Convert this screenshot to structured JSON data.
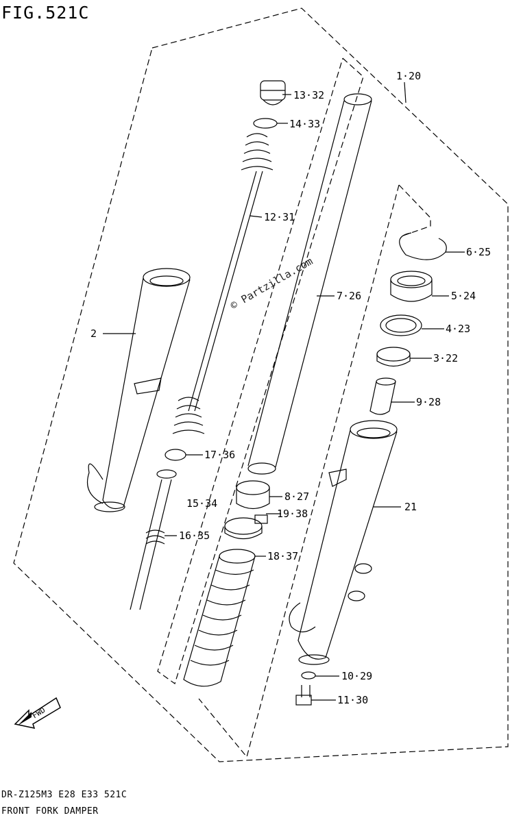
{
  "figure": {
    "title": "FIG.521C",
    "watermark": "© Partzilla.com",
    "fwd_label": "FWD",
    "footer_line1": "DR-Z125M3 E28 E33 521C",
    "footer_line2": "FRONT FORK DAMPER"
  },
  "callouts": [
    {
      "id": "c-1-20",
      "label": "1·20"
    },
    {
      "id": "c-13-32",
      "label": "13·32"
    },
    {
      "id": "c-14-33",
      "label": "14·33"
    },
    {
      "id": "c-12-31",
      "label": "12·31"
    },
    {
      "id": "c-6-25",
      "label": "6·25"
    },
    {
      "id": "c-5-24",
      "label": "5·24"
    },
    {
      "id": "c-7-26",
      "label": "7·26"
    },
    {
      "id": "c-4-23",
      "label": "4·23"
    },
    {
      "id": "c-2",
      "label": "2"
    },
    {
      "id": "c-3-22",
      "label": "3·22"
    },
    {
      "id": "c-9-28",
      "label": "9·28"
    },
    {
      "id": "c-17-36",
      "label": "17·36"
    },
    {
      "id": "c-8-27",
      "label": "8·27"
    },
    {
      "id": "c-21",
      "label": "21"
    },
    {
      "id": "c-15-34",
      "label": "15·34"
    },
    {
      "id": "c-19-38",
      "label": "19·38"
    },
    {
      "id": "c-16-35",
      "label": "16·35"
    },
    {
      "id": "c-18-37",
      "label": "18·37"
    },
    {
      "id": "c-10-29",
      "label": "10·29"
    },
    {
      "id": "c-11-30",
      "label": "11·30"
    }
  ]
}
